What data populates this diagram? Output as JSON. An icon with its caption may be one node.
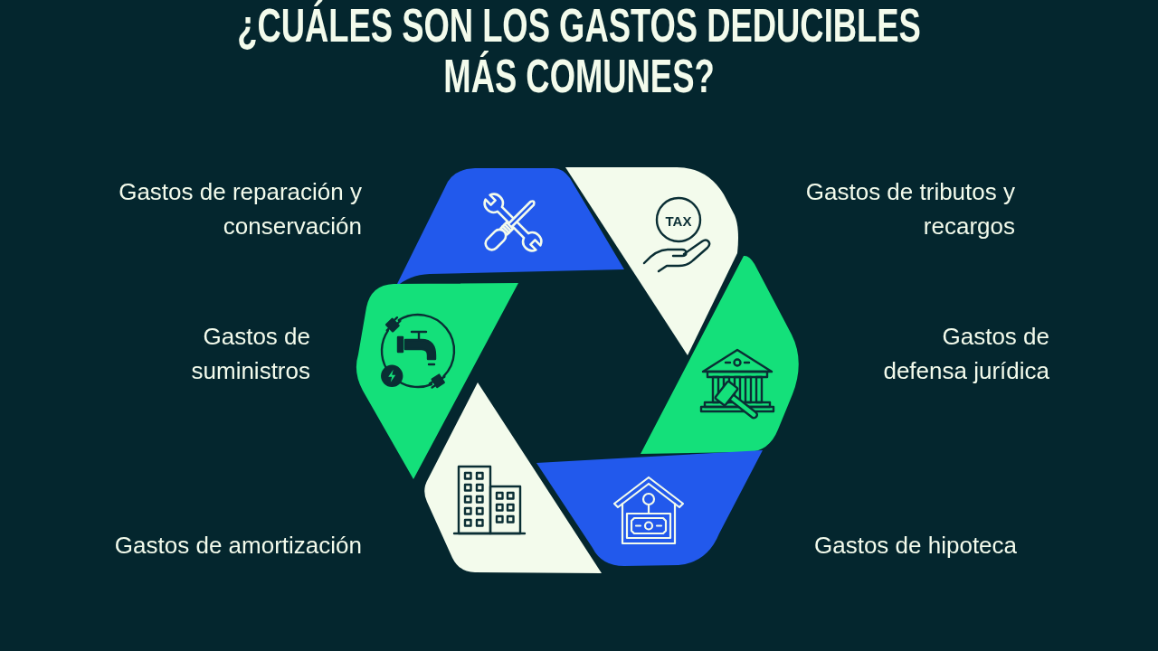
{
  "diagram": {
    "title": "¿CUÁLES SON LOS GASTOS DEDUCIBLES MÁS COMUNES?",
    "nodes": [
      {
        "text": [],
        "shape": "segment",
        "beside": [
          "Gastos de reparación y conservación"
        ]
      },
      {
        "text": [],
        "shape": "segment"
      },
      {
        "text": [],
        "shape": "segment",
        "beside": [
          "Gastos de defensa jurídica"
        ]
      },
      {
        "text": [],
        "shape": "segment",
        "beside": [
          "Gastos de hipoteca"
        ]
      },
      {
        "text": [],
        "shape": "segment",
        "beside": [
          "Gastos de amortización"
        ]
      },
      {
        "text": [],
        "shape": "segment",
        "beside": [
          "Gastos de suministros"
        ]
      }
    ],
    "labels": [
      "Gastos de tributos y recargos",
      "TAX"
    ]
  }
}
